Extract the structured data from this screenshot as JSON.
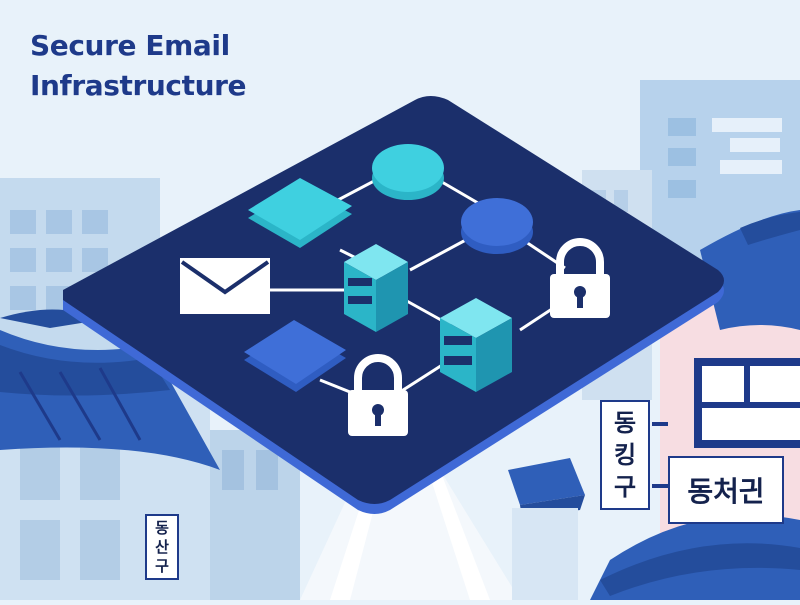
{
  "page": {
    "title_lines": [
      "Secure Email",
      "Infrastructure"
    ]
  },
  "signs": {
    "left": [
      "동",
      "산",
      "구"
    ],
    "middle": [
      "동",
      "킹",
      "구"
    ],
    "right": "동처긘"
  },
  "icons": [
    "envelope-icon",
    "server-icon",
    "padlock-icon",
    "node-square-icon",
    "node-circle-icon",
    "hanok-roof-icon",
    "building-icon"
  ],
  "colors": {
    "background": "#e8f2fa",
    "title": "#1e3a8a",
    "platform_top": "#1b2f6b",
    "platform_edge": "#3f69d6",
    "node_cyan": "#3fd0e0",
    "node_blue": "#3f6fd8",
    "roof_blue": "#2f5fb8",
    "pink_building": "#f7dde2",
    "connector_line": "#ffffff"
  }
}
